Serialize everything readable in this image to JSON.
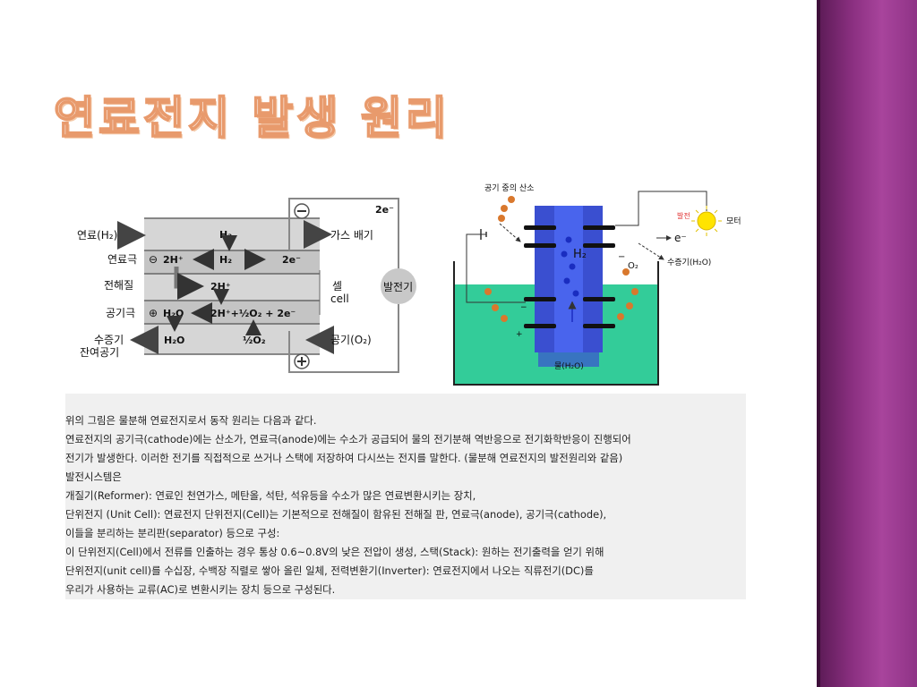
{
  "slide": {
    "title": "연료전지 발생 원리"
  },
  "left_diagram": {
    "fuel_in": "연료(H₂)",
    "anode": "연료극",
    "electrolyte": "전해질",
    "cathode": "공기극",
    "steam_out": "수증기",
    "residual_air": "잔여공기",
    "h2_top": "H₂",
    "h2_anode": "H₂",
    "e_anode": "2e⁻",
    "hplus_anode": "2H⁺",
    "hplus_mid": "2H⁺",
    "h2o_cathode": "H₂O",
    "cathode_reaction": "2H⁺+½O₂ + 2e⁻",
    "h2o_bottom": "H₂O",
    "o2_bottom": "½O₂",
    "gas_exhaust": "가스 배기",
    "air_in": "공기(O₂)",
    "cell_kr": "셀",
    "cell_en": "cell",
    "generator": "발전기",
    "electrons_top": "2e⁻",
    "minus_sign": "⊖",
    "plus_sign": "⊕"
  },
  "right_diagram": {
    "oxygen_label": "공기 중의 산소",
    "light_label": "발전",
    "motor_label": "모터",
    "electron": "e⁻",
    "h2_label": "H₂",
    "o2_label": "O₂",
    "vapor_label": "수증기(H₂O)",
    "water_label": "물(H₂O)",
    "minus_top": "−",
    "plus_left": "+",
    "minus_left": "−"
  },
  "body_text": [
    "위의 그림은 물분해 연료전지로서 동작 원리는 다음과 같다.",
    "연료전지의 공기극(cathode)에는 산소가, 연료극(anode)에는 수소가 공급되어 물의 전기분해 역반응으로 전기화학반응이 진행되어",
    "전기가 발생한다. 이러한 전기를 직접적으로 쓰거나 스택에 저장하여  다시쓰는 전지를 말한다. (물분해 연료전지의 발전원리와 같음)",
    "발전시스템은",
    " 개질기(Reformer): 연료인 천연가스, 메탄올, 석탄, 석유등을 수소가 많은 연료변환시키는 장치,",
    " 단위전지 (Unit Cell): 연료전지 단위전지(Cell)는 기본적으로 전해질이 함유된 전해질 판, 연료극(anode), 공기극(cathode),",
    " 이들을 분리하는 분리판(separator) 등으로 구성:",
    " 이 단위전지(Cell)에서 전류를 인출하는 경우 통상 0.6~0.8V의 낮은 전압이 생성, 스택(Stack): 원하는 전기출력을 얻기 위해",
    " 단위전지(unit cell)를 수십장, 수백장 직렬로 쌓아 올린 일체, 전력변환기(Inverter): 연료전지에서 나오는 직류전기(DC)를",
    " 우리가 사용하는 교류(AC)로 변환시키는 장치 등으로 구성된다."
  ],
  "colors": {
    "side_band": "#8a2f80",
    "title_outline": "#e89a6c",
    "water": "#33cc99",
    "membrane": "#3a4fd0",
    "oxygen_dot": "#d9782d"
  }
}
